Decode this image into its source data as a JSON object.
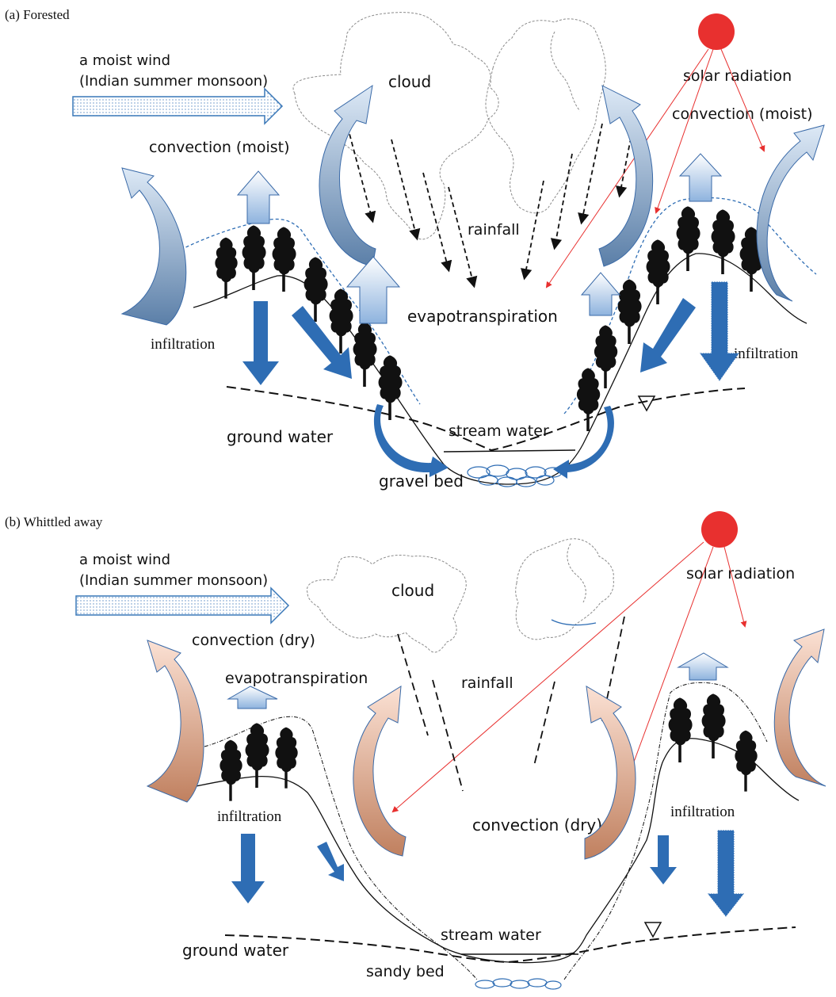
{
  "panels": [
    {
      "caption": "(a) Forested",
      "labels": {
        "wind_line1": "a moist wind",
        "wind_line2": "(Indian summer monsoon)",
        "cloud": "cloud",
        "solar": "solar  radiation",
        "convection_left": "convection (moist)",
        "convection_right": "convection (moist)",
        "rainfall": "rainfall",
        "evapotranspiration": "evapotranspiration",
        "infiltration_left": "infiltration",
        "infiltration_right": "infiltration",
        "ground_water": "ground water",
        "stream_water": "stream water",
        "bed": "gravel bed"
      }
    },
    {
      "caption": "(b) Whittled away",
      "labels": {
        "wind_line1": "a moist wind",
        "wind_line2": "(Indian summer monsoon)",
        "cloud": "cloud",
        "solar": "solar  radiation",
        "convection_left": "convection (dry)",
        "evapotranspiration": "evapotranspiration",
        "rainfall": "rainfall",
        "convection_center": "convection (dry)",
        "infiltration_left": "infiltration",
        "infiltration_right": "infiltration",
        "ground_water": "ground water",
        "stream_water": "stream water",
        "bed": "sandy bed"
      }
    }
  ],
  "colors": {
    "sun": "#e8302f",
    "solar_ray": "#e8302f",
    "water_arrow": "#2e6db4",
    "moist_convection": "#8ab0d8",
    "dry_convection": "#d69a80",
    "evapo_arrow": "#a8c4e6",
    "tree": "#111111",
    "wind_arrow_stroke": "#3a78b8"
  },
  "icons": {
    "sun": "sun-icon",
    "tree": "tree-icon",
    "water_table": "water-table-triangle-icon",
    "wind_arrow": "wind-arrow-icon"
  }
}
